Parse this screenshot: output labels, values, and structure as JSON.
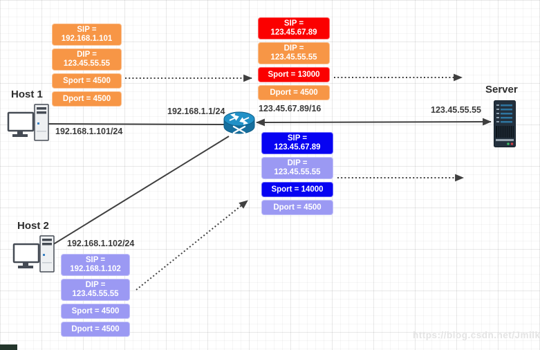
{
  "colors": {
    "orange": "#F79646",
    "red": "#FB0000",
    "blue": "#0703F2",
    "lavender": "#9B99F3",
    "line": "#3F3F3F",
    "router_blue": "#2191C7",
    "server_navy": "#23303D"
  },
  "nodes": {
    "host1": {
      "label": "Host 1",
      "ip_label": "192.168.1.101/24"
    },
    "host2": {
      "label": "Host 2",
      "ip_label": "192.168.1.102/24"
    },
    "router": {
      "lan_ip_label": "192.168.1.1/24",
      "wan_ip_label": "123.45.67.89/16"
    },
    "server": {
      "label": "Server",
      "ip_label": "123.45.55.55"
    }
  },
  "packets": {
    "host1_outbound": {
      "rows": [
        {
          "label": "SIP =",
          "value": "192.168.1.101",
          "color": "#F79646"
        },
        {
          "label": "DIP =",
          "value": "123.45.55.55",
          "color": "#F79646"
        },
        {
          "label": "Sport = 4500",
          "value": "",
          "color": "#F79646"
        },
        {
          "label": "Dport = 4500",
          "value": "",
          "color": "#F79646"
        }
      ]
    },
    "nat_host1_outbound": {
      "rows": [
        {
          "label": "SIP =",
          "value": "123.45.67.89",
          "color": "#FB0000"
        },
        {
          "label": "DIP =",
          "value": "123.45.55.55",
          "color": "#F79646"
        },
        {
          "label": "Sport = 13000",
          "value": "",
          "color": "#FB0000"
        },
        {
          "label": "Dport = 4500",
          "value": "",
          "color": "#F79646"
        }
      ]
    },
    "nat_host2_outbound": {
      "rows": [
        {
          "label": "SIP =",
          "value": "123.45.67.89",
          "color": "#0703F2"
        },
        {
          "label": "DIP =",
          "value": "123.45.55.55",
          "color": "#9B99F3"
        },
        {
          "label": "Sport = 14000",
          "value": "",
          "color": "#0703F2"
        },
        {
          "label": "Dport = 4500",
          "value": "",
          "color": "#9B99F3"
        }
      ]
    },
    "host2_outbound": {
      "rows": [
        {
          "label": "SIP =",
          "value": "192.168.1.102",
          "color": "#9B99F3"
        },
        {
          "label": "DIP =",
          "value": "123.45.55.55",
          "color": "#9B99F3"
        },
        {
          "label": "Sport = 4500",
          "value": "",
          "color": "#9B99F3"
        },
        {
          "label": "Dport = 4500",
          "value": "",
          "color": "#9B99F3"
        }
      ]
    }
  },
  "watermark": "https://blog.csdn.net/Jmilk"
}
